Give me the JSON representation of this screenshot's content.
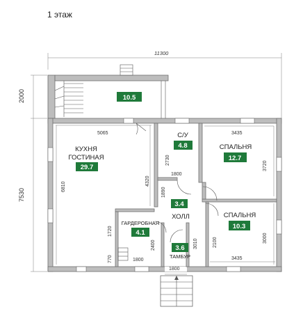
{
  "floor": {
    "title": "1 этаж"
  },
  "colors": {
    "area_badge": "#1f7a3a",
    "wall_fill": "#bdbdbd"
  },
  "rooms": [
    {
      "id": "terrace",
      "name": "",
      "area": "10.5"
    },
    {
      "id": "kitchen",
      "name_line1": "КУХНЯ",
      "name_line2": "ГОСТИНАЯ",
      "area": "29.7"
    },
    {
      "id": "bathroom",
      "name": "С/У",
      "area": "4.8"
    },
    {
      "id": "bedroom1",
      "name": "СПАЛЬНЯ",
      "area": "12.7"
    },
    {
      "id": "hall",
      "name": "ХОЛЛ",
      "area": "3.4"
    },
    {
      "id": "bedroom2",
      "name": "СПАЛЬНЯ",
      "area": "10.3"
    },
    {
      "id": "wardrobe",
      "name": "ГАРДЕРОБНАЯ",
      "area": "4.1"
    },
    {
      "id": "vestibule",
      "name": "ТАМБУР",
      "area": "3.6"
    }
  ],
  "dimensions": {
    "total_width": "11300",
    "terrace_depth": "2000",
    "house_depth": "7530",
    "kitchen_width": "5065",
    "kitchen_depth": "6810",
    "kitchen_partition": "4320",
    "bedroom1_width": "3435",
    "bedroom1_depth": "3720",
    "bedroom2_width": "3435",
    "bedroom2_depth": "3000",
    "bathroom_height": "2730",
    "bathroom_width": "1800",
    "hall_height": "1890",
    "wardrobe_height": "1720",
    "wardrobe_height2": "2400",
    "wardrobe_width": "1800",
    "vestibule_height": "3010",
    "hall_width": "2100",
    "small_770": "770",
    "entrance_width": "1800"
  }
}
